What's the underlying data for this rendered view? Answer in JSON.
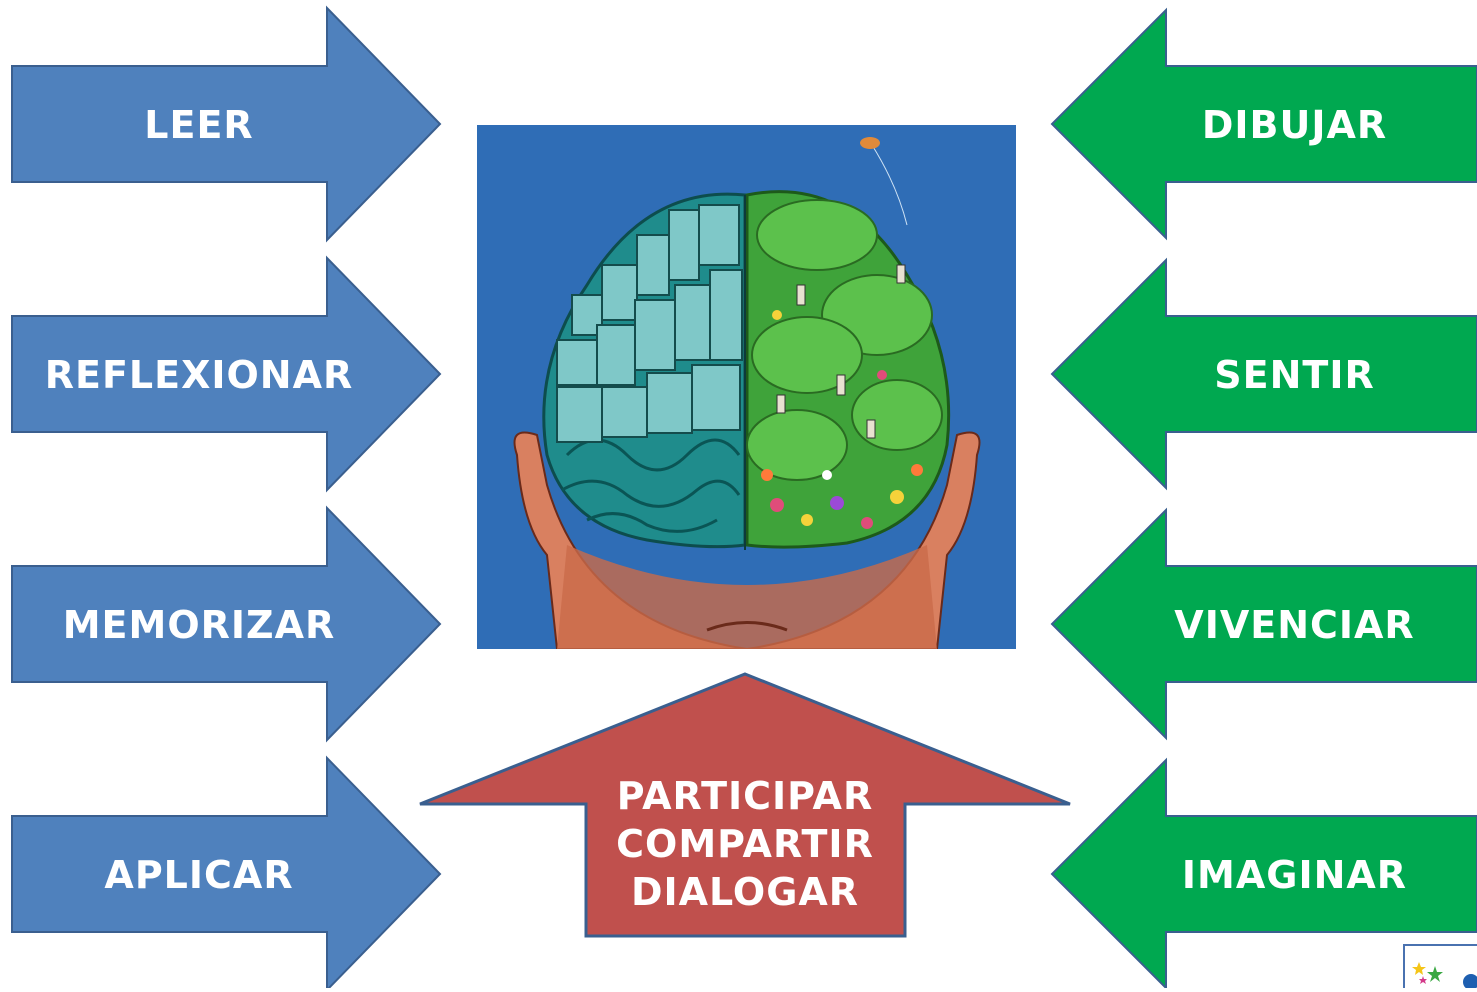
{
  "colors": {
    "blue_fill": "#4f81bd",
    "blue_stroke": "#3a5f8f",
    "green_fill": "#00a850",
    "green_stroke": "#3a5f8f",
    "red_fill": "#c0504d",
    "red_stroke": "#3a5f8f",
    "panel_bg": "#2f6db6"
  },
  "left_arrows": [
    {
      "label": "LEER"
    },
    {
      "label": "REFLEXIONAR"
    },
    {
      "label": "MEMORIZAR"
    },
    {
      "label": "APLICAR"
    }
  ],
  "right_arrows": [
    {
      "label": "DIBUJAR"
    },
    {
      "label": "SENTIR"
    },
    {
      "label": "VIVENCIAR"
    },
    {
      "label": "IMAGINAR"
    }
  ],
  "bottom_arrow": {
    "lines": [
      "PARTICIPAR",
      "COMPARTIR",
      "DIALOGAR"
    ]
  },
  "center_image": {
    "icon": "brain-hemispheres-illustration"
  },
  "corner_logo": {
    "icon": "stars-logo-icon"
  }
}
